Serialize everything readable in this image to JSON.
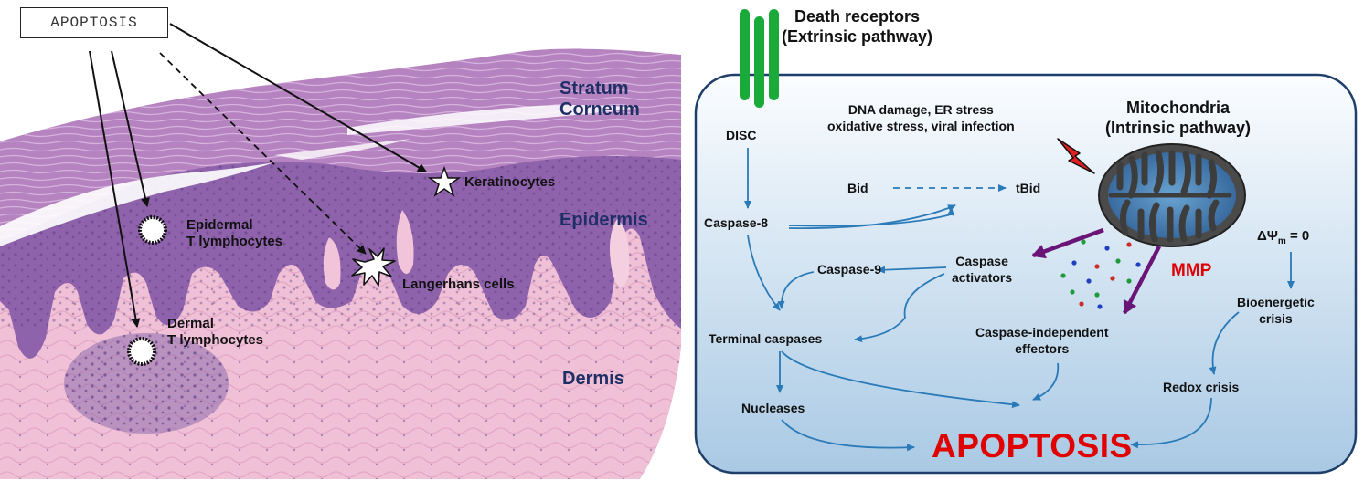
{
  "histology": {
    "box_label": "APOPTOSIS",
    "tissue_labels": {
      "stratum_corneum": "Stratum\nCorneum",
      "epidermis": "Epidermis",
      "dermis": "Dermis"
    },
    "cell_labels": {
      "keratinocytes": "Keratinocytes",
      "epidermal_t": "Epidermal\nT lymphocytes",
      "langerhans": "Langerhans cells",
      "dermal_t": "Dermal\nT lymphocytes"
    },
    "colors": {
      "corneum": "#b583bf",
      "epidermis": "#8f63ab",
      "dermis": "#efc0d6",
      "label_blue": "#1f2f66"
    }
  },
  "pathways": {
    "death_receptors": "Death receptors\n(Extrinsic pathway)",
    "mitochondria": "Mitochondria\n(Intrinsic pathway)",
    "stress": "DNA damage, ER stress\noxidative stress, viral infection",
    "disc": "DISC",
    "bid": "Bid",
    "tbid": "tBid",
    "caspase8": "Caspase-8",
    "caspase9": "Caspase-9",
    "caspase_activators": "Caspase\nactivators",
    "mmp": "MMP",
    "delta_psi_symbol": "ΔΨ",
    "delta_psi_sub": "m",
    "delta_psi_rest": " = 0",
    "bioenergetic": "Bioenergetic\ncrisis",
    "terminal_caspases": "Terminal caspases",
    "caspase_independent": "Caspase-independent\neffectors",
    "nucleases": "Nucleases",
    "redox": "Redox crisis",
    "apoptosis": "APOPTOSIS",
    "colors": {
      "arrow": "#2a7ab8",
      "purple_arrow": "#6a1477",
      "apoptosis_red": "#e00000",
      "receptor_green": "#1aaa3a"
    }
  }
}
